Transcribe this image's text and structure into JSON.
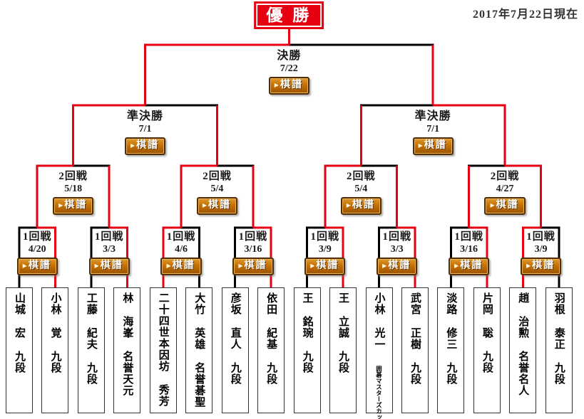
{
  "header": {
    "as_of": "2017年7月22日現在"
  },
  "champion": {
    "label": "優 勝"
  },
  "kifu_button": {
    "arrow": "▶",
    "label": "棋譜"
  },
  "colors": {
    "win_path": "#e60012",
    "line": "#000000",
    "button_face_top": "#dd9a2e",
    "button_face_bottom": "#9a5403",
    "button_border": "#4f2d06",
    "button_text": "#ffffff"
  },
  "players": [
    {
      "label": "山城 宏 九段"
    },
    {
      "label": "小林 覚 九段"
    },
    {
      "label": "工藤 紀夫 九段"
    },
    {
      "label": "林 海峯 名誉天元"
    },
    {
      "label": "二十四世本因坊 秀芳"
    },
    {
      "label": "大竹 英雄 名誉碁聖"
    },
    {
      "label": "彦坂 直人 九段"
    },
    {
      "label": "依田 紀基 九段"
    },
    {
      "label": "王 銘琬 九段"
    },
    {
      "label": "王 立誠 九段"
    },
    {
      "label": "小林 光一",
      "note": "囲碁マスターズカップ"
    },
    {
      "label": "武宮 正樹 九段"
    },
    {
      "label": "淡路 修三 九段"
    },
    {
      "label": "片岡 聡 九段"
    },
    {
      "label": "趙 治勲 名誉名人"
    },
    {
      "label": "羽根 泰正 九段"
    }
  ],
  "rounds": [
    {
      "label": "1回戦",
      "matches": [
        {
          "date": "4/20",
          "winner": "right"
        },
        {
          "date": "3/3",
          "winner": "right"
        },
        {
          "date": "4/6",
          "winner": "left"
        },
        {
          "date": "3/16",
          "winner": "right"
        },
        {
          "date": "3/9",
          "winner": "right"
        },
        {
          "date": "3/3",
          "winner": "right"
        },
        {
          "date": "3/16",
          "winner": "right"
        },
        {
          "date": "3/9",
          "winner": "left"
        }
      ]
    },
    {
      "label": "2回戦",
      "matches": [
        {
          "date": "5/18",
          "winner": "left"
        },
        {
          "date": "5/4",
          "winner": "left"
        },
        {
          "date": "5/4",
          "winner": "left"
        },
        {
          "date": "4/27",
          "winner": "right"
        }
      ]
    },
    {
      "label": "準決勝",
      "matches": [
        {
          "date": "7/1",
          "winner": "left"
        },
        {
          "date": "7/1",
          "winner": "right"
        }
      ]
    },
    {
      "label": "決勝",
      "matches": [
        {
          "date": "7/22",
          "winner": "left"
        }
      ]
    }
  ]
}
